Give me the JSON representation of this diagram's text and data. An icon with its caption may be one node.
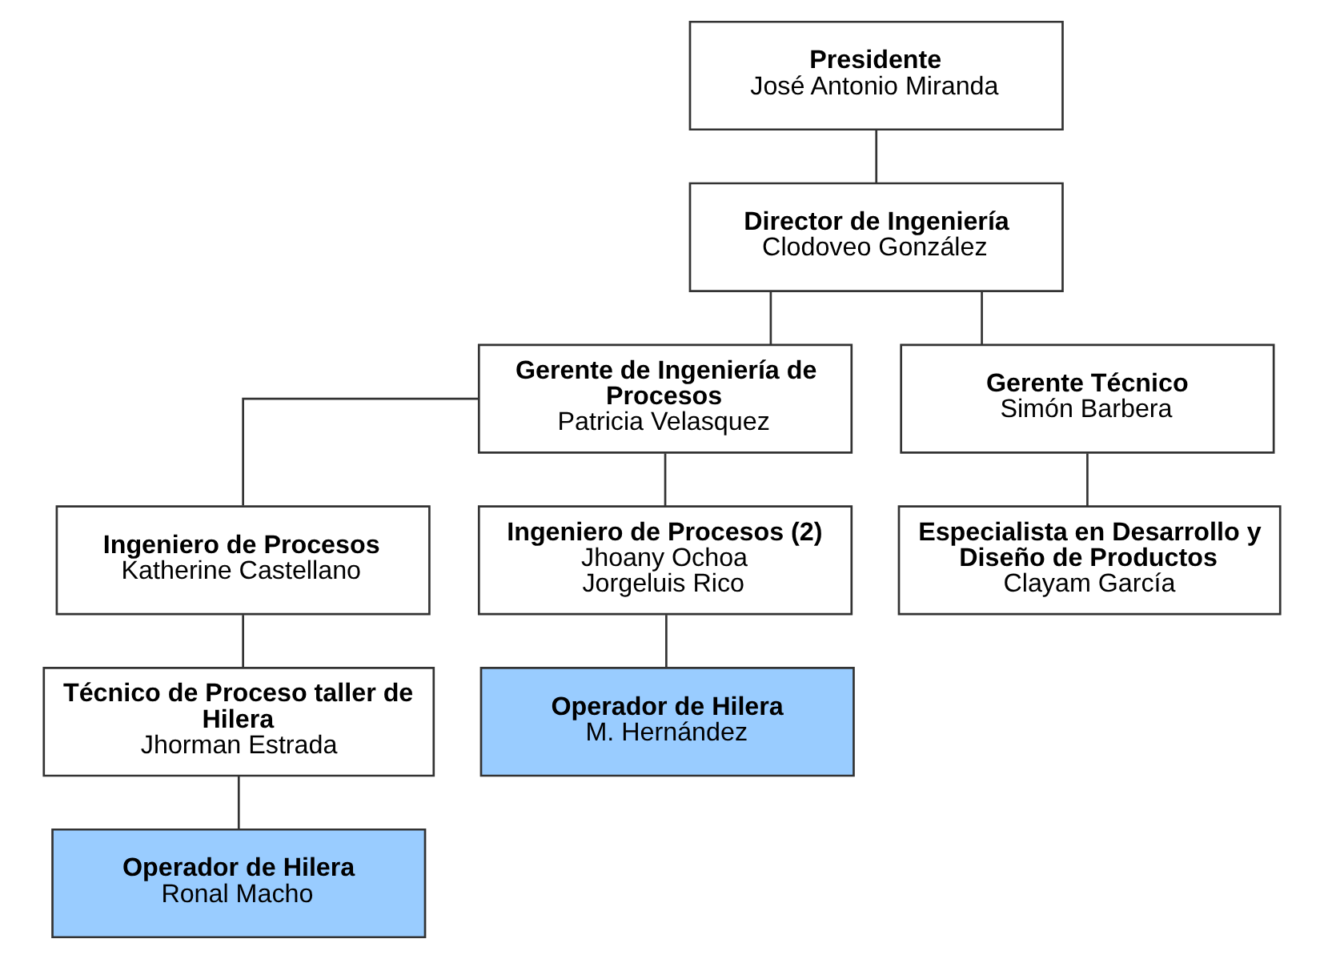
{
  "diagram": {
    "nodes": [
      {
        "text": [
          "Presidente",
          "José Antonio Miranda"
        ]
      },
      {
        "text": [
          "Director de Ingeniería",
          "Clodoveo González"
        ]
      },
      {
        "text": [
          "Gerente de Ingeniería de Procesos",
          "Patricia Velasquez"
        ]
      },
      {
        "text": [
          "Gerente Técnico",
          "Simón Barbera"
        ]
      },
      {
        "text": [
          "Ingeniero de Procesos",
          "Katherine Castellano"
        ]
      },
      {
        "text": [
          "Ingeniero de Procesos (2)",
          "Jhoany Ochoa",
          "Jorgeluis Rico"
        ]
      },
      {
        "text": [
          "Especialista en Desarrollo y Diseño de Productos",
          "Clayam García"
        ]
      },
      {
        "text": [
          "Técnico de Proceso taller de Hilera",
          "Jhorman Estrada"
        ]
      },
      {
        "text": [
          "Operador de Hilera",
          "Ronal Macho"
        ]
      },
      {
        "text": [
          "Operador de Hilera",
          "M. Hernández"
        ]
      }
    ],
    "edges": [
      {
        "from": 0,
        "to": 1,
        "arrow": "none"
      },
      {
        "from": 1,
        "to": 2,
        "arrow": "none"
      },
      {
        "from": 1,
        "to": 3,
        "arrow": "none"
      },
      {
        "from": 2,
        "to": 4,
        "arrow": "none"
      },
      {
        "from": 2,
        "to": 5,
        "arrow": "none"
      },
      {
        "from": 3,
        "to": 6,
        "arrow": "none"
      },
      {
        "from": 4,
        "to": 7,
        "arrow": "none"
      },
      {
        "from": 7,
        "to": 8,
        "arrow": "none"
      },
      {
        "from": 5,
        "to": 9,
        "arrow": "none"
      }
    ]
  }
}
